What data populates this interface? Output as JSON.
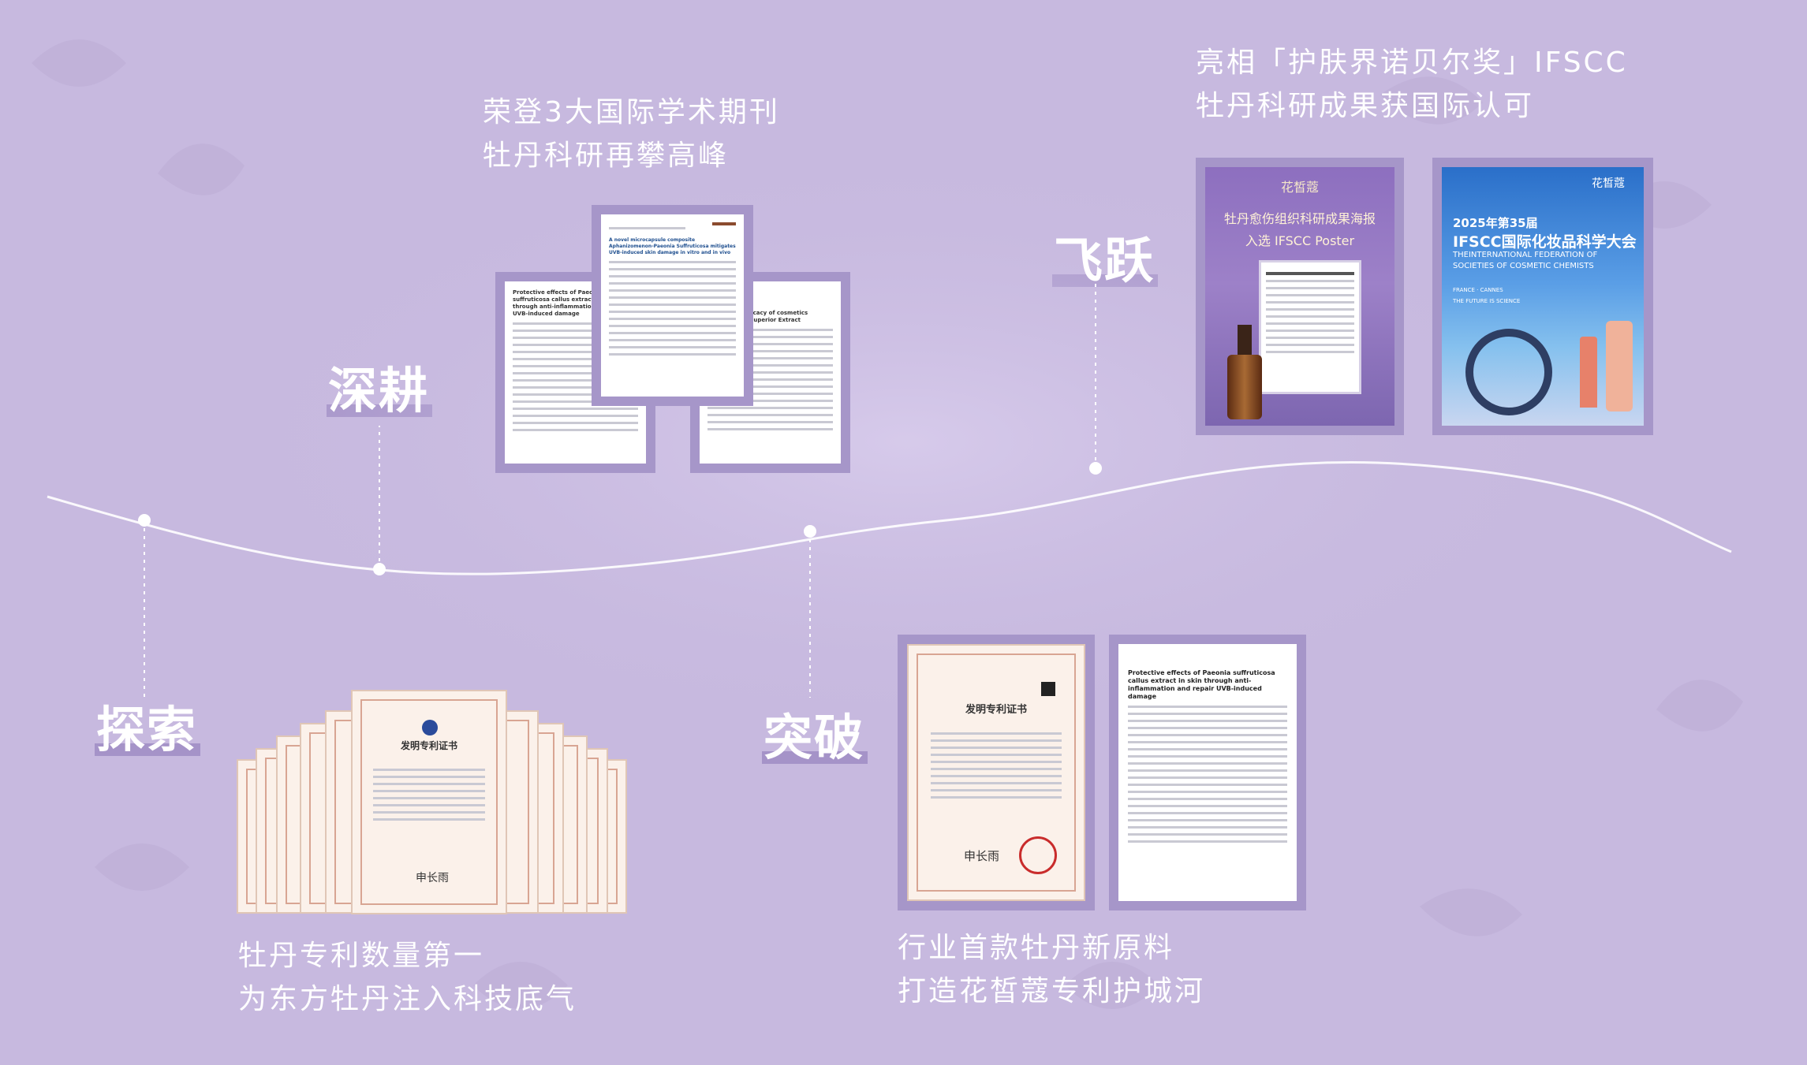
{
  "stages": {
    "explore": "探索",
    "deepen": "深耕",
    "breakthrough": "突破",
    "leap": "飞跃"
  },
  "captions": {
    "explore": [
      "牡丹专利数量第一",
      "为东方牡丹注入科技底气"
    ],
    "deepen": [
      "荣登3大国际学术期刊",
      "牡丹科研再攀高峰"
    ],
    "breakthrough": [
      "行业首款牡丹新原料",
      "打造花皙蔻专利护城河"
    ],
    "leap": [
      "亮相「护肤界诺贝尔奖」IFSCC",
      "牡丹科研成果获国际认可"
    ]
  },
  "certificate": {
    "title": "发明专利证书",
    "signature": "申长雨"
  },
  "papers": {
    "center_title": "A novel microcapsule composite Aphanizomenon-Paeonia Suffruticosa mitigates UVB-induced skin damage in vitro and in vivo",
    "left_title": "Protective effects of Paeonia suffruticosa callus extract in skin through anti-inflammation and repair UVB-induced damage",
    "right_title": "Safety and efficacy of cosmetics ingredient in Superior Extract",
    "br_title": "Protective effects of Paeonia suffruticosa callus extract in skin through anti-inflammation and repair UVB-induced damage"
  },
  "posters": {
    "brand": "花皙蔻",
    "poster1_line1": "牡丹愈伤组织科研成果海报",
    "poster1_line2": "入选 IFSCC Poster",
    "poster2_year": "2025年第35届",
    "poster2_title": "IFSCC国际化妆品科学大会",
    "poster2_en1": "THEINTERNATIONAL FEDERATION OF",
    "poster2_en2": "SOCIETIES OF COSMETIC CHEMISTS",
    "poster2_tag": "THE FUTURE IS SCIENCE",
    "poster2_place": "FRANCE · CANNES"
  },
  "colors": {
    "background": "#c7b9df",
    "frame": "#a696c9",
    "highlight": "#a593c8"
  }
}
